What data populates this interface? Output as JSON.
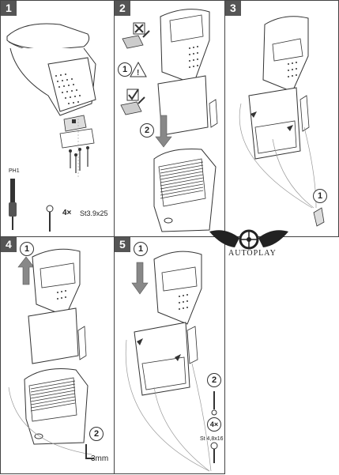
{
  "steps": [
    {
      "number": "1"
    },
    {
      "number": "2"
    },
    {
      "number": "3"
    },
    {
      "number": "4"
    },
    {
      "number": "5"
    }
  ],
  "step1": {
    "screwdriver_label": "PH1",
    "screw_count": "4×",
    "screw_spec": "St3.9x25"
  },
  "step2": {
    "callout_1": "1",
    "callout_2": "2"
  },
  "step3": {
    "callout_1": "1"
  },
  "step4": {
    "callout_1": "1",
    "callout_2": "2",
    "allen_size": "3mm"
  },
  "step5": {
    "callout_1": "1",
    "callout_2": "2",
    "screw_count": "4×",
    "screw_spec": "St 4,8x16"
  },
  "logo": {
    "brand": "AUTOPLAY"
  },
  "colors": {
    "tag_bg": "#555555",
    "line": "#333333",
    "guide": "#999999"
  }
}
